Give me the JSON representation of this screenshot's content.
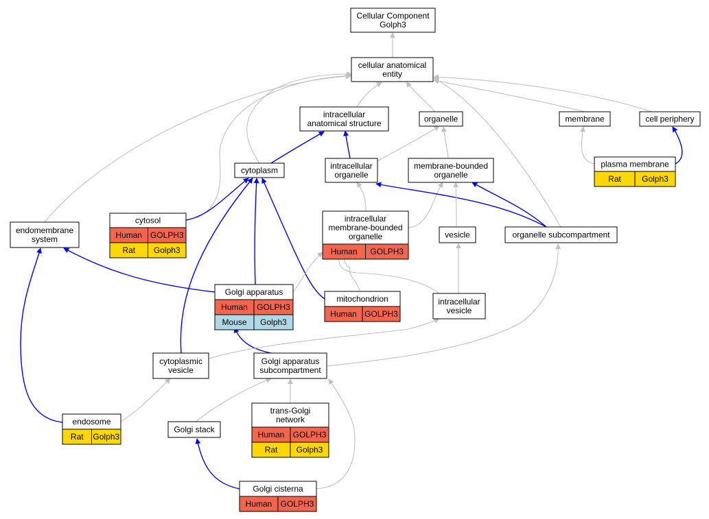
{
  "colors": {
    "human": "#f4654e",
    "rat": "#fdd700",
    "mouse": "#add8e6",
    "edge_gray": "#c0c0c0",
    "edge_blue": "#0000ff"
  },
  "nodes": {
    "root": {
      "lines": [
        "Cellular Component",
        "Golph3"
      ]
    },
    "cae": {
      "lines": [
        "cellular anatomical",
        "entity"
      ]
    },
    "ias": {
      "lines": [
        "intracellular",
        "anatomical structure"
      ]
    },
    "organelle": {
      "lines": [
        "organelle"
      ]
    },
    "membrane": {
      "lines": [
        "membrane"
      ]
    },
    "cellperiph": {
      "lines": [
        "cell periphery"
      ]
    },
    "cytoplasm": {
      "lines": [
        "cytoplasm"
      ]
    },
    "intraorg": {
      "lines": [
        "intracellular",
        "organelle"
      ]
    },
    "mbo": {
      "lines": [
        "membrane-bounded",
        "organelle"
      ]
    },
    "plasmamem": {
      "lines": [
        "plasma membrane"
      ],
      "rows": [
        [
          {
            "species": "rat",
            "label": "Rat"
          },
          {
            "species": "rat",
            "label": "Golph3"
          }
        ]
      ]
    },
    "cytosol": {
      "lines": [
        "cytosol"
      ],
      "rows": [
        [
          {
            "species": "human",
            "label": "Human"
          },
          {
            "species": "human",
            "label": "GOLPH3"
          }
        ],
        [
          {
            "species": "rat",
            "label": "Rat"
          },
          {
            "species": "rat",
            "label": "Golph3"
          }
        ]
      ]
    },
    "endomem": {
      "lines": [
        "endomembrane",
        "system"
      ]
    },
    "imbo": {
      "lines": [
        "intracellular",
        "membrane-bounded",
        "organelle"
      ],
      "rows": [
        [
          {
            "species": "human",
            "label": "Human"
          },
          {
            "species": "human",
            "label": "GOLPH3"
          }
        ]
      ]
    },
    "vesicle": {
      "lines": [
        "vesicle"
      ]
    },
    "orgsub": {
      "lines": [
        "organelle subcompartment"
      ]
    },
    "golgi": {
      "lines": [
        "Golgi apparatus"
      ],
      "rows": [
        [
          {
            "species": "human",
            "label": "Human"
          },
          {
            "species": "human",
            "label": "GOLPH3"
          }
        ],
        [
          {
            "species": "mouse",
            "label": "Mouse"
          },
          {
            "species": "mouse",
            "label": "Golph3"
          }
        ]
      ]
    },
    "mito": {
      "lines": [
        "mitochondrion"
      ],
      "rows": [
        [
          {
            "species": "human",
            "label": "Human"
          },
          {
            "species": "human",
            "label": "GOLPH3"
          }
        ]
      ]
    },
    "intravesicle": {
      "lines": [
        "intracellular",
        "vesicle"
      ]
    },
    "cytovesicle": {
      "lines": [
        "cytoplasmic",
        "vesicle"
      ]
    },
    "golgisub": {
      "lines": [
        "Golgi apparatus",
        "subcompartment"
      ]
    },
    "endosome": {
      "lines": [
        "endosome"
      ],
      "rows": [
        [
          {
            "species": "rat",
            "label": "Rat"
          },
          {
            "species": "rat",
            "label": "Golph3"
          }
        ]
      ]
    },
    "golgistack": {
      "lines": [
        "Golgi stack"
      ]
    },
    "tgn": {
      "lines": [
        "trans-Golgi",
        "network"
      ],
      "rows": [
        [
          {
            "species": "human",
            "label": "Human"
          },
          {
            "species": "human",
            "label": "GOLPH3"
          }
        ],
        [
          {
            "species": "rat",
            "label": "Rat"
          },
          {
            "species": "rat",
            "label": "Golph3"
          }
        ]
      ]
    },
    "cisterna": {
      "lines": [
        "Golgi cisterna"
      ],
      "rows": [
        [
          {
            "species": "human",
            "label": "Human"
          },
          {
            "species": "human",
            "label": "GOLPH3"
          }
        ]
      ]
    }
  },
  "edges": [
    {
      "from": "cae",
      "to": "root",
      "color": "gray"
    },
    {
      "from": "ias",
      "to": "cae",
      "color": "gray"
    },
    {
      "from": "organelle",
      "to": "cae",
      "color": "gray"
    },
    {
      "from": "membrane",
      "to": "cae",
      "color": "gray"
    },
    {
      "from": "cellperiph",
      "to": "cae",
      "color": "gray"
    },
    {
      "from": "cytoplasm",
      "to": "cae",
      "color": "gray"
    },
    {
      "from": "endomem",
      "to": "cae",
      "color": "gray"
    },
    {
      "from": "cytosol",
      "to": "cae",
      "color": "gray"
    },
    {
      "from": "orgsub",
      "to": "cae",
      "color": "gray"
    },
    {
      "from": "cytoplasm",
      "to": "ias",
      "color": "blue"
    },
    {
      "from": "intraorg",
      "to": "ias",
      "color": "blue"
    },
    {
      "from": "intraorg",
      "to": "organelle",
      "color": "gray"
    },
    {
      "from": "mbo",
      "to": "organelle",
      "color": "gray"
    },
    {
      "from": "plasmamem",
      "to": "membrane",
      "color": "gray"
    },
    {
      "from": "plasmamem",
      "to": "cellperiph",
      "color": "blue"
    },
    {
      "from": "cytosol",
      "to": "cytoplasm",
      "color": "blue"
    },
    {
      "from": "golgi",
      "to": "cytoplasm",
      "color": "blue"
    },
    {
      "from": "mito",
      "to": "cytoplasm",
      "color": "blue"
    },
    {
      "from": "cytovesicle",
      "to": "cytoplasm",
      "color": "blue"
    },
    {
      "from": "imbo",
      "to": "intraorg",
      "color": "gray"
    },
    {
      "from": "imbo",
      "to": "mbo",
      "color": "gray"
    },
    {
      "from": "orgsub",
      "to": "intraorg",
      "color": "blue"
    },
    {
      "from": "orgsub",
      "to": "mbo",
      "color": "blue"
    },
    {
      "from": "vesicle",
      "to": "mbo",
      "color": "gray"
    },
    {
      "from": "golgi",
      "to": "endomem",
      "color": "blue"
    },
    {
      "from": "endosome",
      "to": "endomem",
      "color": "blue"
    },
    {
      "from": "golgi",
      "to": "imbo",
      "color": "gray"
    },
    {
      "from": "mito",
      "to": "imbo",
      "color": "gray"
    },
    {
      "from": "intravesicle",
      "to": "imbo",
      "color": "gray"
    },
    {
      "from": "intravesicle",
      "to": "vesicle",
      "color": "gray"
    },
    {
      "from": "golgisub",
      "to": "golgi",
      "color": "blue"
    },
    {
      "from": "golgisub",
      "to": "orgsub",
      "color": "gray"
    },
    {
      "from": "cytovesicle",
      "to": "intravesicle",
      "color": "gray"
    },
    {
      "from": "endosome",
      "to": "cytovesicle",
      "color": "gray"
    },
    {
      "from": "golgistack",
      "to": "golgisub",
      "color": "gray"
    },
    {
      "from": "tgn",
      "to": "golgisub",
      "color": "gray"
    },
    {
      "from": "cisterna",
      "to": "golgisub",
      "color": "gray"
    },
    {
      "from": "cisterna",
      "to": "golgistack",
      "color": "blue"
    }
  ]
}
